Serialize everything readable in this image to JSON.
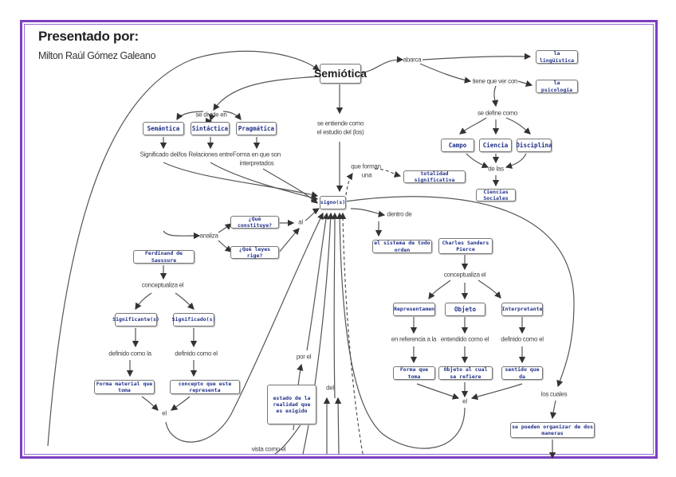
{
  "header": {
    "title": "Presentado por:",
    "author": "Milton Raúl Gómez Galeano"
  },
  "colors": {
    "frame": "#7b3fc0",
    "node_text": "#1f2f88",
    "edge": "#444444"
  },
  "nodes": {
    "semiotica": "Semiótica",
    "linguistica": "la lingüística",
    "psicologia": "la psicología",
    "campo": "Campo",
    "ciencia": "Ciencia",
    "disciplina": "Disciplina",
    "totalidad": "totalidad significativa",
    "ciencias_sociales": "Ciencias Sociales",
    "semantica": "Semántica",
    "sintactica": "Sintáctica",
    "pragmatica": "Pragmática",
    "signos": "signo(s)",
    "que_constituye": "¿Qué constituye?",
    "que_leyes": "¿Qué leyes rige?",
    "saussure": "Ferdinand de Saussure",
    "significantes": "Significante(s)",
    "significados": "Significado(s)",
    "forma_material": "Forma material que toma",
    "concepto": "concepto que este representa",
    "estado": "estado de la realidad que es exigido",
    "sistema": "el sistema de todo orden",
    "pierce": "Charles Sanders Pierce",
    "representamen": "Representamen",
    "objeto": "Objeto",
    "interpretante": "Interpretante",
    "forma_toma": "Forma que toma",
    "objeto_refiere": "Objeto al cual se refiere",
    "sentido": "sentido que da",
    "organizar": "se pueden organizar de dos maneras"
  },
  "labels": {
    "abarca": "abarca",
    "tiene": "tiene que ver con",
    "se_define": "se define como",
    "de_las": "de las",
    "se_divide": "se divide en",
    "se_entiende": "se entiende como",
    "estudio": "el estudio del (los)",
    "que_forman": "que forman",
    "una": "una",
    "significado_del": "Significado del/los",
    "relaciones": "Relaciones entre",
    "forma_en": "Forma en que son",
    "interpretados": "interpretados",
    "dentro": "dentro de",
    "analiza": "analiza",
    "al": "al",
    "conceptualiza1": "conceptualiza el",
    "definido_la": "definido como la",
    "definido_el1": "definido como el",
    "el1": "el",
    "conceptualiza2": "conceptualiza el",
    "referencia": "en referencia a la",
    "entendido": "entendido como el",
    "definido_el2": "definido como el",
    "el2": "el",
    "los_cuales": "los cuales",
    "por_el": "por el",
    "del": "del",
    "vista": "vista como el"
  }
}
